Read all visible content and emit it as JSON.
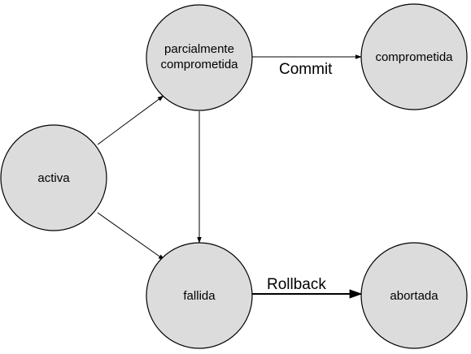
{
  "diagram": {
    "nodes": {
      "activa": {
        "label": "activa"
      },
      "parcialmente": {
        "label_line1": "parcialmente",
        "label_line2": "comprometida"
      },
      "comprometida": {
        "label": "comprometida"
      },
      "fallida": {
        "label": "fallida"
      },
      "abortada": {
        "label": "abortada"
      }
    },
    "edges": {
      "commit": {
        "label": "Commit"
      },
      "rollback": {
        "label": "Rollback"
      }
    },
    "colors": {
      "node_fill": "#dcdcdc",
      "stroke": "#000000"
    }
  }
}
